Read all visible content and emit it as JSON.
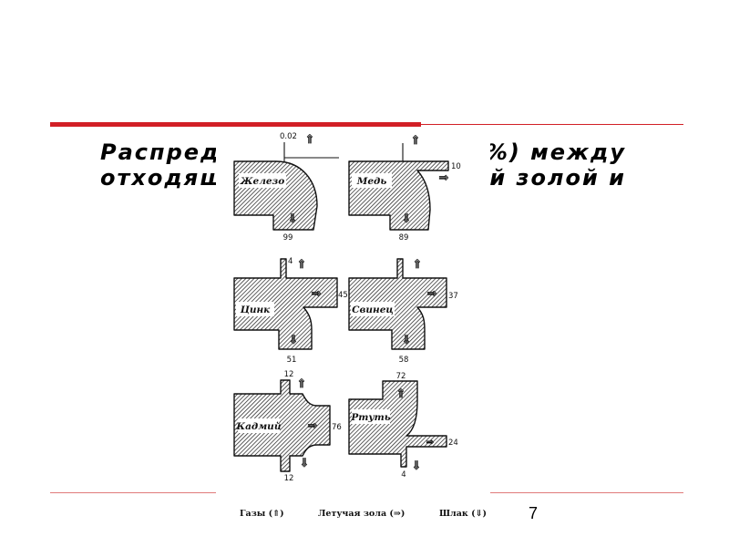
{
  "slide": {
    "title": {
      "line1_left": "Распред",
      "line1_right": "%) между",
      "line2_left": "отходящ",
      "line2_right": "й золой и"
    },
    "page_number": "7",
    "accent_color": "#d21f26"
  },
  "figure": {
    "arrows": {
      "up": "⇑",
      "right": "⇒",
      "down": "⇓"
    },
    "panels": [
      {
        "metal": "Железо",
        "gas": "0.02",
        "slag": "99"
      },
      {
        "metal": "Медь",
        "fly_ash": "10",
        "slag": "89"
      },
      {
        "metal": "Цинк",
        "gas": "4",
        "fly_ash": "45",
        "slag": "51"
      },
      {
        "metal": "Свинец",
        "fly_ash": "37",
        "slag": "58"
      },
      {
        "metal": "Кадмий",
        "gas": "12",
        "fly_ash": "76",
        "slag": "12"
      },
      {
        "metal": "Ртуть",
        "gas": "72",
        "fly_ash": "24",
        "slag": "4"
      }
    ],
    "legend": [
      {
        "label": "Газы (⇑)"
      },
      {
        "label": "Летучая зола (⇒)"
      },
      {
        "label": "Шлак (⇓)"
      }
    ]
  }
}
